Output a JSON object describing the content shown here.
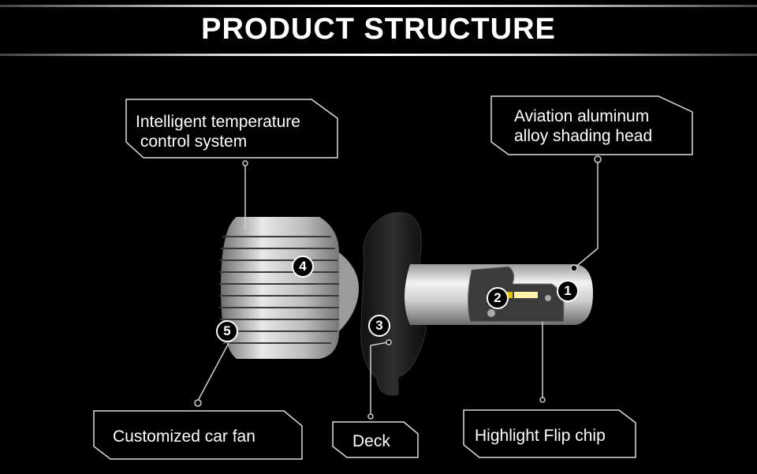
{
  "title": "PRODUCT  STRUCTURE",
  "labels": {
    "temperature": "Intelligent temperature\n control system",
    "aviation": "Aviation aluminum\nalloy shading head",
    "fan": "Customized car fan",
    "deck": "Deck",
    "chip": "Highlight Flip chip"
  },
  "numbers": {
    "n1": "1",
    "n2": "2",
    "n3": "3",
    "n4": "4",
    "n5": "5"
  }
}
